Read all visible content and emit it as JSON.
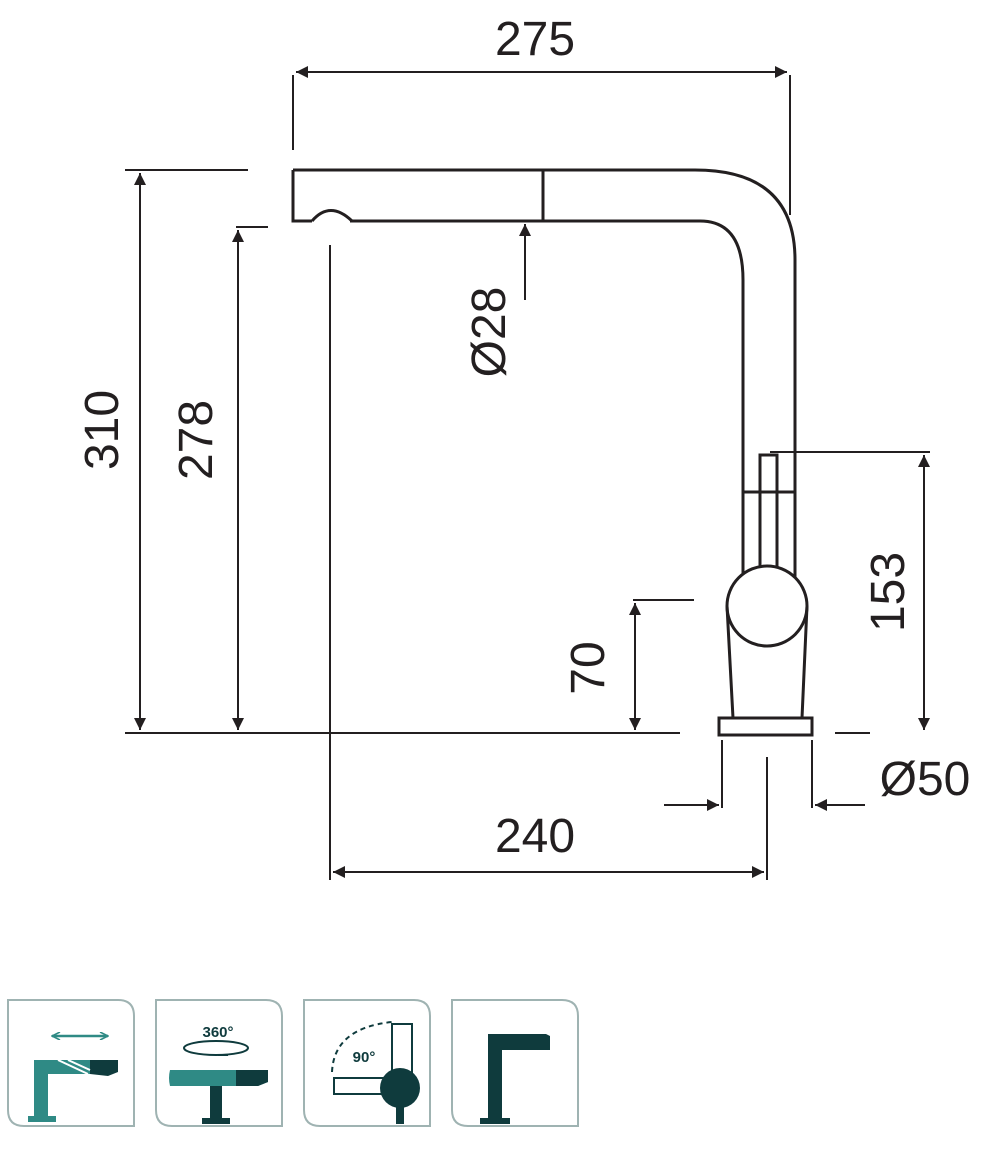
{
  "dimensions": {
    "overall_width": "275",
    "overall_height": "310",
    "spout_height": "278",
    "spout_diameter": "Ø28",
    "handle_height": "153",
    "body_height": "70",
    "spout_reach": "240",
    "base_diameter": "Ø50"
  },
  "feature_icons": [
    {
      "name": "pull-out-spout-icon"
    },
    {
      "name": "swivel-icon",
      "label": "360°"
    },
    {
      "name": "fold-down-icon",
      "label": "90°"
    },
    {
      "name": "l-shape-spout-icon"
    }
  ],
  "colors": {
    "line": "#231f20",
    "icon_teal": "#2f8a85",
    "icon_dark": "#0f3b3d",
    "icon_border": "#9fb3b2"
  }
}
